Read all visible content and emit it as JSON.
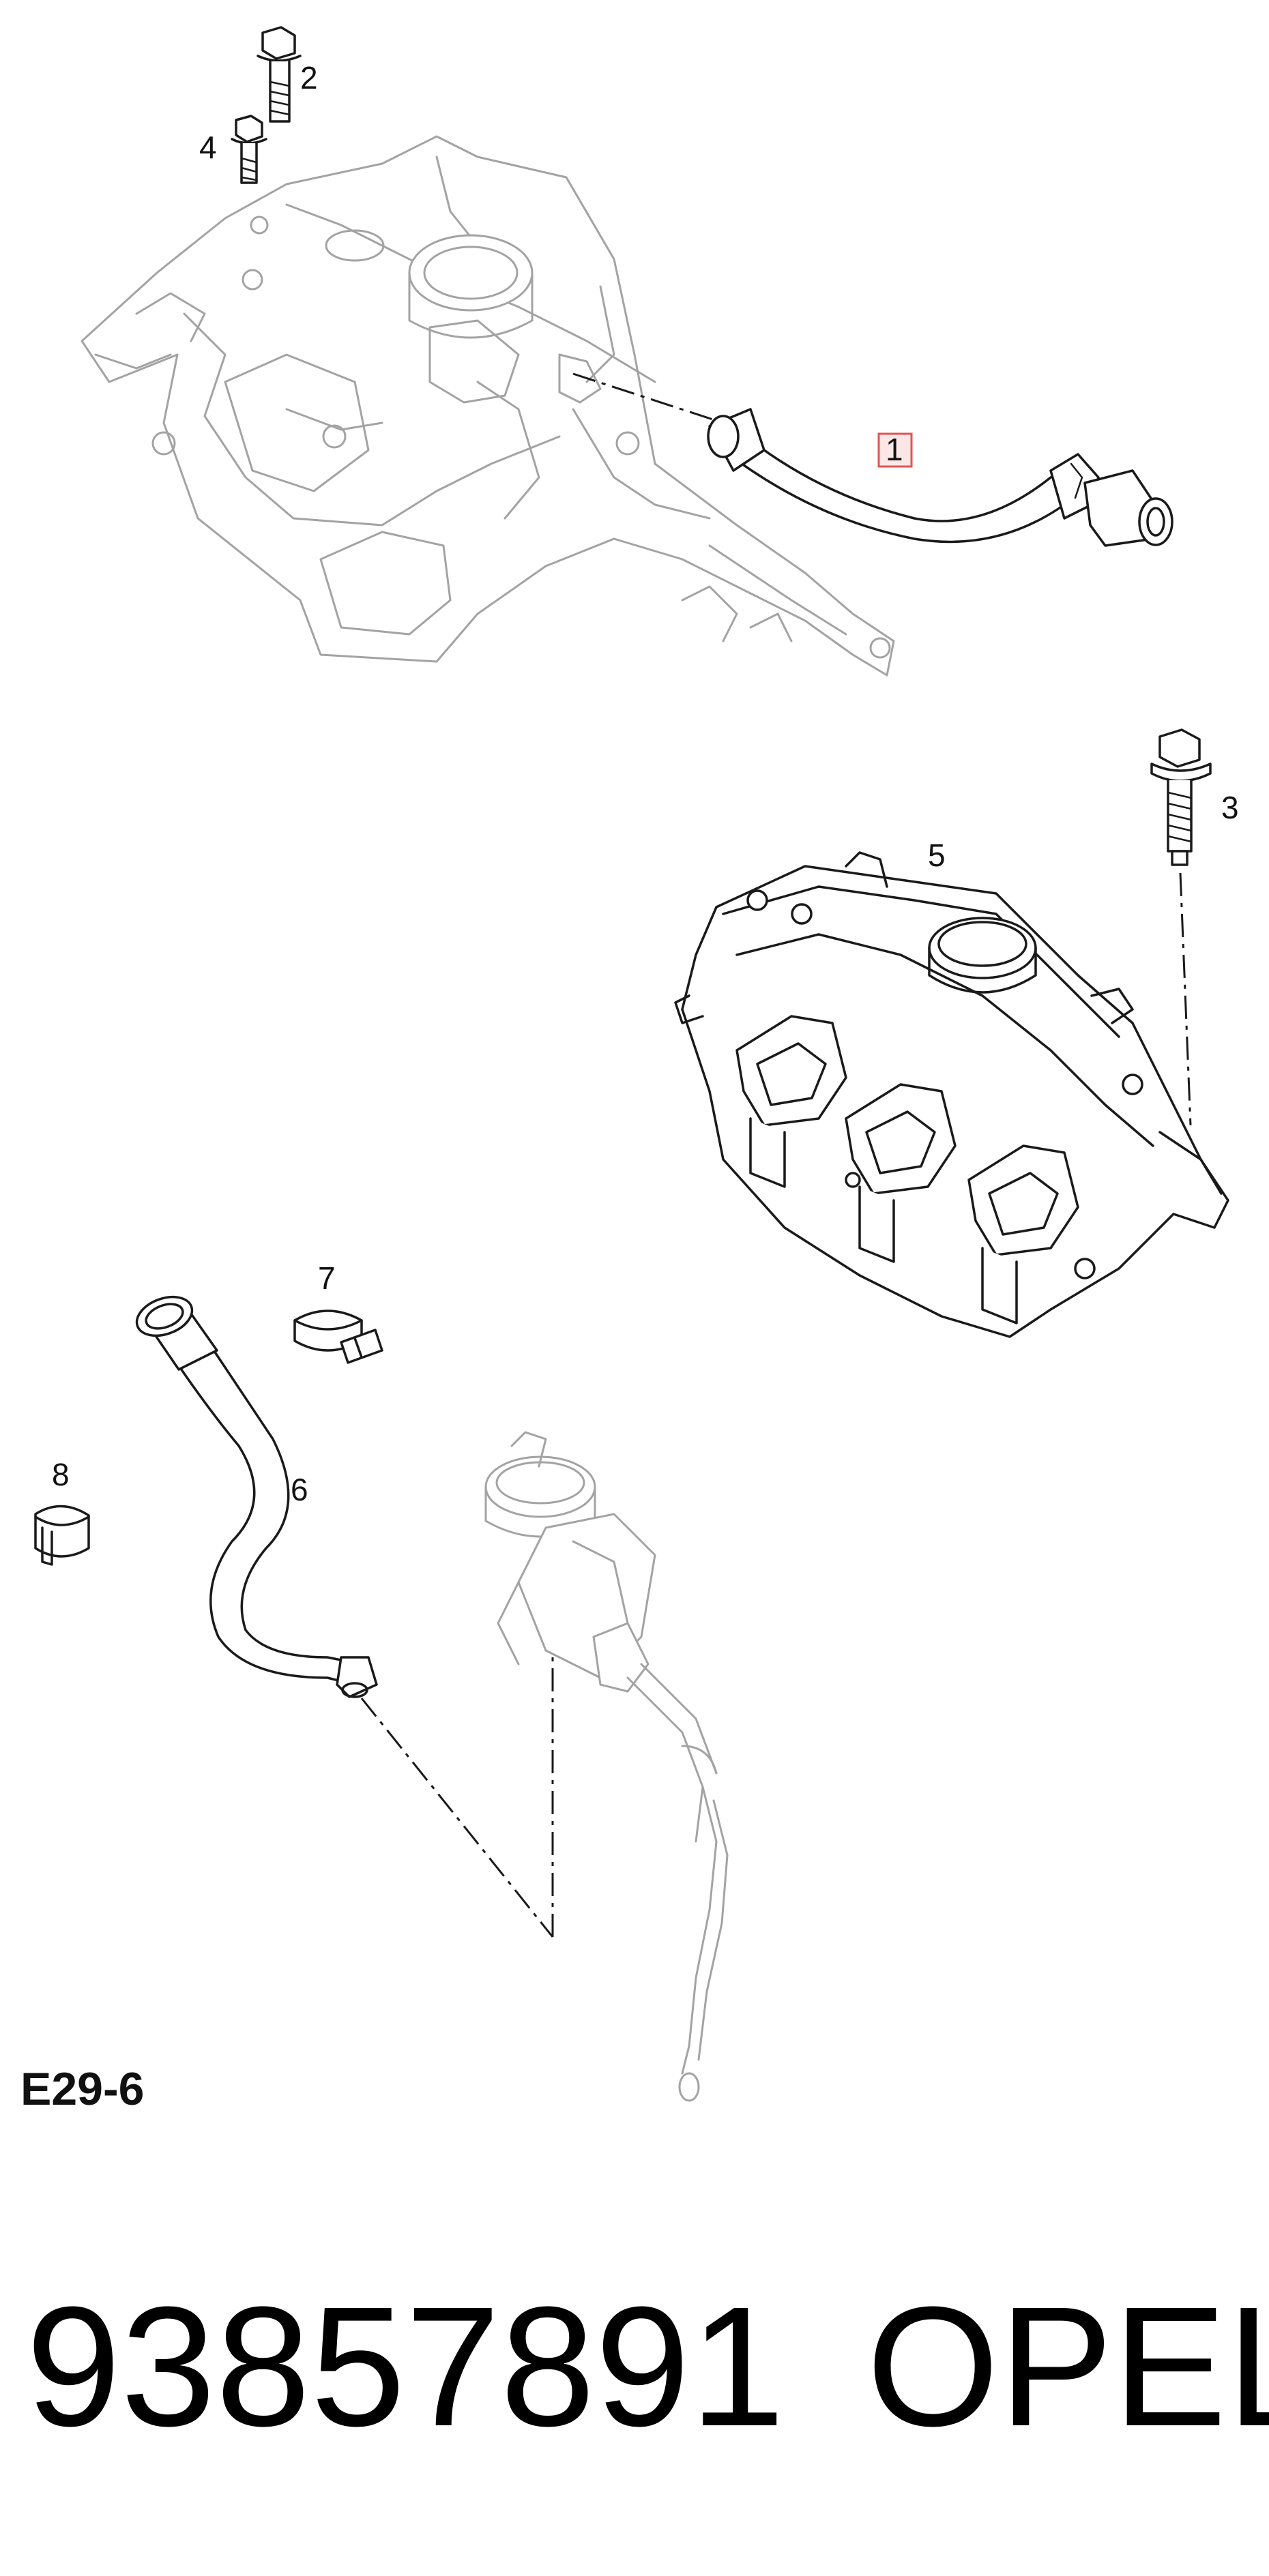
{
  "diagram": {
    "callouts": [
      {
        "id": "1",
        "label": "1",
        "highlighted": true
      },
      {
        "id": "2",
        "label": "2"
      },
      {
        "id": "3",
        "label": "3"
      },
      {
        "id": "4",
        "label": "4"
      },
      {
        "id": "5",
        "label": "5"
      },
      {
        "id": "6",
        "label": "6"
      },
      {
        "id": "7",
        "label": "7"
      },
      {
        "id": "8",
        "label": "8"
      }
    ],
    "highlight_color": "#e05555",
    "code": "E29-6"
  },
  "footer": {
    "part_number": "93857891",
    "brand": "OPEL"
  }
}
